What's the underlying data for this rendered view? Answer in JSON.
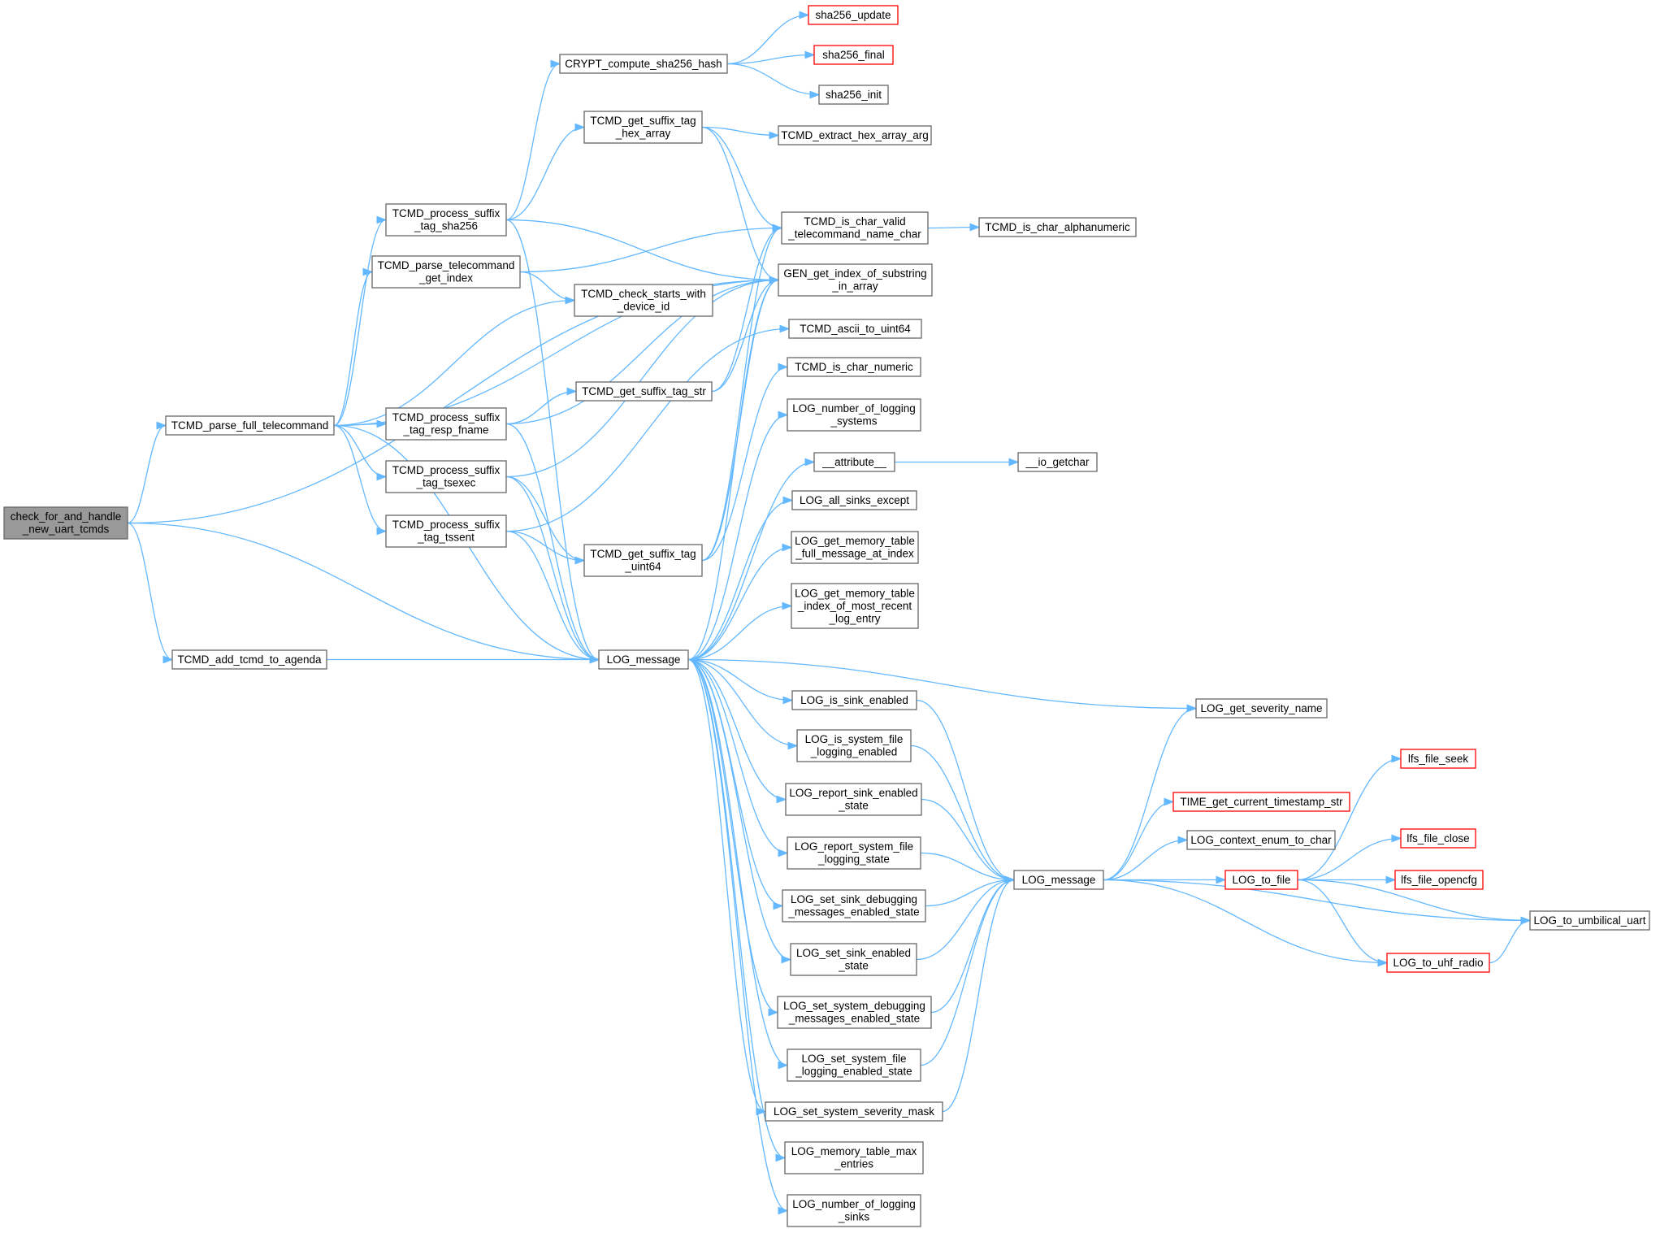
{
  "graph": {
    "title": "",
    "colors": {
      "edge": "#63b8ff",
      "root_fill": "#999999",
      "external_border": "#ff0000",
      "node_border": "#666666"
    },
    "nodes": [
      {
        "id": "check",
        "lines": [
          "check_for_and_handle",
          "_new_uart_tcmds"
        ],
        "style": "root"
      },
      {
        "id": "parse_full",
        "lines": [
          "TCMD_parse_full_telecommand"
        ],
        "style": "normal"
      },
      {
        "id": "add_agenda",
        "lines": [
          "TCMD_add_tcmd_to_agenda"
        ],
        "style": "normal"
      },
      {
        "id": "proc_sha",
        "lines": [
          "TCMD_process_suffix",
          "_tag_sha256"
        ],
        "style": "normal"
      },
      {
        "id": "parse_idx",
        "lines": [
          "TCMD_parse_telecommand",
          "_get_index"
        ],
        "style": "normal"
      },
      {
        "id": "proc_resp",
        "lines": [
          "TCMD_process_suffix",
          "_tag_resp_fname"
        ],
        "style": "normal"
      },
      {
        "id": "proc_tsexec",
        "lines": [
          "TCMD_process_suffix",
          "_tag_tsexec"
        ],
        "style": "normal"
      },
      {
        "id": "proc_tssent",
        "lines": [
          "TCMD_process_suffix",
          "_tag_tssent"
        ],
        "style": "normal"
      },
      {
        "id": "crypt",
        "lines": [
          "CRYPT_compute_sha256_hash"
        ],
        "style": "normal"
      },
      {
        "id": "get_hex",
        "lines": [
          "TCMD_get_suffix_tag",
          "_hex_array"
        ],
        "style": "normal"
      },
      {
        "id": "check_dev",
        "lines": [
          "TCMD_check_starts_with",
          "_device_id"
        ],
        "style": "normal"
      },
      {
        "id": "get_str",
        "lines": [
          "TCMD_get_suffix_tag_str"
        ],
        "style": "normal"
      },
      {
        "id": "get_u64",
        "lines": [
          "TCMD_get_suffix_tag",
          "_uint64"
        ],
        "style": "normal"
      },
      {
        "id": "logm1",
        "lines": [
          "LOG_message"
        ],
        "style": "normal"
      },
      {
        "id": "sha_update",
        "lines": [
          "sha256_update"
        ],
        "style": "red"
      },
      {
        "id": "sha_final",
        "lines": [
          "sha256_final"
        ],
        "style": "red"
      },
      {
        "id": "sha_init",
        "lines": [
          "sha256_init"
        ],
        "style": "normal"
      },
      {
        "id": "extract_hex",
        "lines": [
          "TCMD_extract_hex_array_arg"
        ],
        "style": "normal"
      },
      {
        "id": "valid_name",
        "lines": [
          "TCMD_is_char_valid",
          "_telecommand_name_char"
        ],
        "style": "normal"
      },
      {
        "id": "gen_idx",
        "lines": [
          "GEN_get_index_of_substring",
          "_in_array"
        ],
        "style": "normal"
      },
      {
        "id": "ascii_u64",
        "lines": [
          "TCMD_ascii_to_uint64"
        ],
        "style": "normal"
      },
      {
        "id": "is_numeric",
        "lines": [
          "TCMD_is_char_numeric"
        ],
        "style": "normal"
      },
      {
        "id": "num_log_sys",
        "lines": [
          "LOG_number_of_logging",
          "_systems"
        ],
        "style": "normal"
      },
      {
        "id": "attr",
        "lines": [
          "__attribute__"
        ],
        "style": "normal"
      },
      {
        "id": "all_sinks",
        "lines": [
          "LOG_all_sinks_except"
        ],
        "style": "normal"
      },
      {
        "id": "mem_full",
        "lines": [
          "LOG_get_memory_table",
          "_full_message_at_index"
        ],
        "style": "normal"
      },
      {
        "id": "mem_recent",
        "lines": [
          "LOG_get_memory_table",
          "_index_of_most_recent",
          "_log_entry"
        ],
        "style": "normal"
      },
      {
        "id": "is_sink_en",
        "lines": [
          "LOG_is_sink_enabled"
        ],
        "style": "normal"
      },
      {
        "id": "is_sys_file",
        "lines": [
          "LOG_is_system_file",
          "_logging_enabled"
        ],
        "style": "normal"
      },
      {
        "id": "rep_sink",
        "lines": [
          "LOG_report_sink_enabled",
          "_state"
        ],
        "style": "normal"
      },
      {
        "id": "rep_sys",
        "lines": [
          "LOG_report_system_file",
          "_logging_state"
        ],
        "style": "normal"
      },
      {
        "id": "set_sink_dbg",
        "lines": [
          "LOG_set_sink_debugging",
          "_messages_enabled_state"
        ],
        "style": "normal"
      },
      {
        "id": "set_sink_en",
        "lines": [
          "LOG_set_sink_enabled",
          "_state"
        ],
        "style": "normal"
      },
      {
        "id": "set_sys_dbg",
        "lines": [
          "LOG_set_system_debugging",
          "_messages_enabled_state"
        ],
        "style": "normal"
      },
      {
        "id": "set_sys_file",
        "lines": [
          "LOG_set_system_file",
          "_logging_enabled_state"
        ],
        "style": "normal"
      },
      {
        "id": "set_sev",
        "lines": [
          "LOG_set_system_severity_mask"
        ],
        "style": "normal"
      },
      {
        "id": "mem_max",
        "lines": [
          "LOG_memory_table_max",
          "_entries"
        ],
        "style": "normal"
      },
      {
        "id": "num_sinks",
        "lines": [
          "LOG_number_of_logging",
          "_sinks"
        ],
        "style": "normal"
      },
      {
        "id": "alnum",
        "lines": [
          "TCMD_is_char_alphanumeric"
        ],
        "style": "normal"
      },
      {
        "id": "io_getchar",
        "lines": [
          "__io_getchar"
        ],
        "style": "normal"
      },
      {
        "id": "logm2",
        "lines": [
          "LOG_message"
        ],
        "style": "normal"
      },
      {
        "id": "sev_name",
        "lines": [
          "LOG_get_severity_name"
        ],
        "style": "normal"
      },
      {
        "id": "time_ts",
        "lines": [
          "TIME_get_current_timestamp_str"
        ],
        "style": "red"
      },
      {
        "id": "ctx_enum",
        "lines": [
          "LOG_context_enum_to_char"
        ],
        "style": "normal"
      },
      {
        "id": "to_file",
        "lines": [
          "LOG_to_file"
        ],
        "style": "red"
      },
      {
        "id": "to_uhf",
        "lines": [
          "LOG_to_uhf_radio"
        ],
        "style": "red"
      },
      {
        "id": "to_umb",
        "lines": [
          "LOG_to_umbilical_uart"
        ],
        "style": "normal"
      },
      {
        "id": "lfs_seek",
        "lines": [
          "lfs_file_seek"
        ],
        "style": "red"
      },
      {
        "id": "lfs_close",
        "lines": [
          "lfs_file_close"
        ],
        "style": "red"
      },
      {
        "id": "lfs_open",
        "lines": [
          "lfs_file_opencfg"
        ],
        "style": "red"
      }
    ],
    "edges": [
      [
        "check",
        "parse_full"
      ],
      [
        "check",
        "add_agenda"
      ],
      [
        "check",
        "logm1"
      ],
      [
        "check",
        "gen_idx"
      ],
      [
        "parse_full",
        "proc_sha"
      ],
      [
        "parse_full",
        "parse_idx"
      ],
      [
        "parse_full",
        "check_dev"
      ],
      [
        "parse_full",
        "gen_idx"
      ],
      [
        "parse_full",
        "proc_resp"
      ],
      [
        "parse_full",
        "proc_tsexec"
      ],
      [
        "parse_full",
        "proc_tssent"
      ],
      [
        "parse_full",
        "logm1"
      ],
      [
        "add_agenda",
        "logm1"
      ],
      [
        "proc_sha",
        "crypt"
      ],
      [
        "proc_sha",
        "get_hex"
      ],
      [
        "proc_sha",
        "gen_idx"
      ],
      [
        "proc_sha",
        "logm1"
      ],
      [
        "parse_idx",
        "valid_name"
      ],
      [
        "parse_idx",
        "check_dev"
      ],
      [
        "proc_resp",
        "get_str"
      ],
      [
        "proc_resp",
        "gen_idx"
      ],
      [
        "proc_resp",
        "logm1"
      ],
      [
        "proc_tsexec",
        "get_u64"
      ],
      [
        "proc_tsexec",
        "gen_idx"
      ],
      [
        "proc_tsexec",
        "logm1"
      ],
      [
        "proc_tssent",
        "get_u64"
      ],
      [
        "proc_tssent",
        "ascii_u64"
      ],
      [
        "proc_tssent",
        "logm1"
      ],
      [
        "crypt",
        "sha_update"
      ],
      [
        "crypt",
        "sha_final"
      ],
      [
        "crypt",
        "sha_init"
      ],
      [
        "get_hex",
        "extract_hex"
      ],
      [
        "get_hex",
        "valid_name"
      ],
      [
        "get_hex",
        "gen_idx"
      ],
      [
        "get_str",
        "valid_name"
      ],
      [
        "get_str",
        "gen_idx"
      ],
      [
        "get_u64",
        "gen_idx"
      ],
      [
        "get_u64",
        "valid_name"
      ],
      [
        "get_u64",
        "is_numeric"
      ],
      [
        "valid_name",
        "alnum"
      ],
      [
        "attr",
        "io_getchar"
      ],
      [
        "logm1",
        "gen_idx"
      ],
      [
        "logm1",
        "num_log_sys"
      ],
      [
        "logm1",
        "attr"
      ],
      [
        "logm1",
        "all_sinks"
      ],
      [
        "logm1",
        "mem_full"
      ],
      [
        "logm1",
        "mem_recent"
      ],
      [
        "logm1",
        "is_sink_en"
      ],
      [
        "logm1",
        "is_sys_file"
      ],
      [
        "logm1",
        "rep_sink"
      ],
      [
        "logm1",
        "rep_sys"
      ],
      [
        "logm1",
        "set_sink_dbg"
      ],
      [
        "logm1",
        "set_sink_en"
      ],
      [
        "logm1",
        "set_sys_dbg"
      ],
      [
        "logm1",
        "set_sys_file"
      ],
      [
        "logm1",
        "set_sev"
      ],
      [
        "logm1",
        "mem_max"
      ],
      [
        "logm1",
        "num_sinks"
      ],
      [
        "logm1",
        "sev_name"
      ],
      [
        "is_sink_en",
        "logm2"
      ],
      [
        "is_sys_file",
        "logm2"
      ],
      [
        "rep_sink",
        "logm2"
      ],
      [
        "rep_sys",
        "logm2"
      ],
      [
        "set_sink_dbg",
        "logm2"
      ],
      [
        "set_sink_en",
        "logm2"
      ],
      [
        "set_sys_dbg",
        "logm2"
      ],
      [
        "set_sys_file",
        "logm2"
      ],
      [
        "set_sev",
        "logm2"
      ],
      [
        "logm2",
        "sev_name"
      ],
      [
        "logm2",
        "time_ts"
      ],
      [
        "logm2",
        "ctx_enum"
      ],
      [
        "logm2",
        "to_file"
      ],
      [
        "logm2",
        "to_umb"
      ],
      [
        "logm2",
        "to_uhf"
      ],
      [
        "to_file",
        "lfs_seek"
      ],
      [
        "to_file",
        "lfs_close"
      ],
      [
        "to_file",
        "lfs_open"
      ],
      [
        "to_file",
        "to_uhf"
      ],
      [
        "to_file",
        "to_umb"
      ],
      [
        "to_uhf",
        "to_umb"
      ]
    ]
  }
}
